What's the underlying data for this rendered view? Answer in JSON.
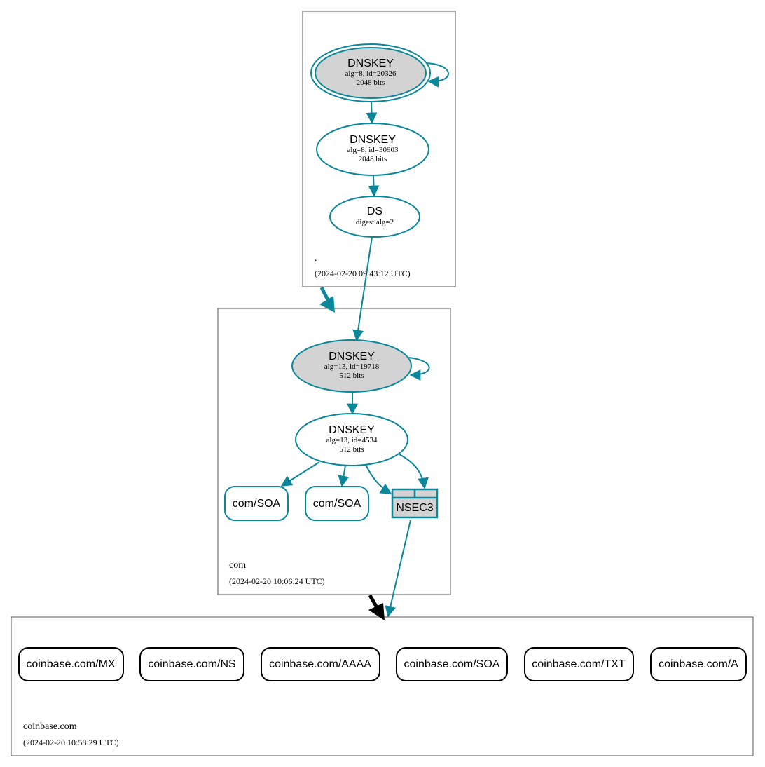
{
  "colors": {
    "edge": "#0a879a",
    "node_fill_shaded": "#d3d3d3",
    "zone_border": "#555555",
    "delegation_black": "#000000"
  },
  "zones": {
    "root": {
      "name": ".",
      "timestamp": "(2024-02-20 09:43:12 UTC)",
      "ksk": {
        "type": "DNSKEY",
        "params": "alg=8, id=20326",
        "size": "2048 bits"
      },
      "zsk": {
        "type": "DNSKEY",
        "params": "alg=8, id=30903",
        "size": "2048 bits"
      },
      "ds": {
        "type": "DS",
        "params": "digest alg=2"
      }
    },
    "com": {
      "name": "com",
      "timestamp": "(2024-02-20 10:06:24 UTC)",
      "ksk": {
        "type": "DNSKEY",
        "params": "alg=13, id=19718",
        "size": "512 bits"
      },
      "zsk": {
        "type": "DNSKEY",
        "params": "alg=13, id=4534",
        "size": "512 bits"
      },
      "rrsets": [
        "com/SOA",
        "com/SOA"
      ],
      "nsec3": "NSEC3"
    },
    "coinbase": {
      "name": "coinbase.com",
      "timestamp": "(2024-02-20 10:58:29 UTC)",
      "rrsets": [
        "coinbase.com/MX",
        "coinbase.com/NS",
        "coinbase.com/AAAA",
        "coinbase.com/SOA",
        "coinbase.com/TXT",
        "coinbase.com/A"
      ]
    }
  }
}
